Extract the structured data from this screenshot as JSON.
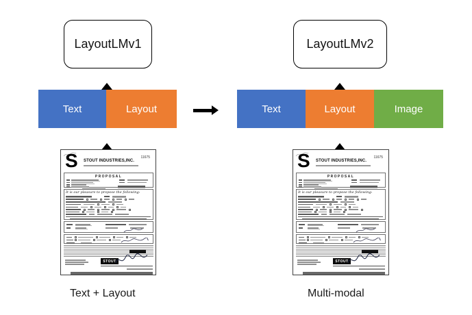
{
  "diagram": {
    "left": {
      "model_label": "LayoutLMv1",
      "caption": "Text + Layout",
      "modalities": [
        {
          "label": "Text",
          "color": "#4472C4"
        },
        {
          "label": "Layout",
          "color": "#ED7D31"
        }
      ]
    },
    "right": {
      "model_label": "LayoutLMv2",
      "caption": "Multi-modal",
      "modalities": [
        {
          "label": "Text",
          "color": "#4472C4"
        },
        {
          "label": "Layout",
          "color": "#ED7D31"
        },
        {
          "label": "Image",
          "color": "#70AD47"
        }
      ]
    },
    "palette": {
      "text_blue": "#4472C4",
      "layout_orange": "#ED7D31",
      "image_green": "#70AD47",
      "arrow_black": "#000000"
    }
  },
  "document": {
    "doc_number": "11675",
    "logo_letter": "S",
    "company": "STOUT INDUSTRIES,INC.",
    "form_title": "PROPOSAL",
    "intro_line": "It is our pleasure to propose the following:",
    "footer_brand": "STOUT"
  }
}
